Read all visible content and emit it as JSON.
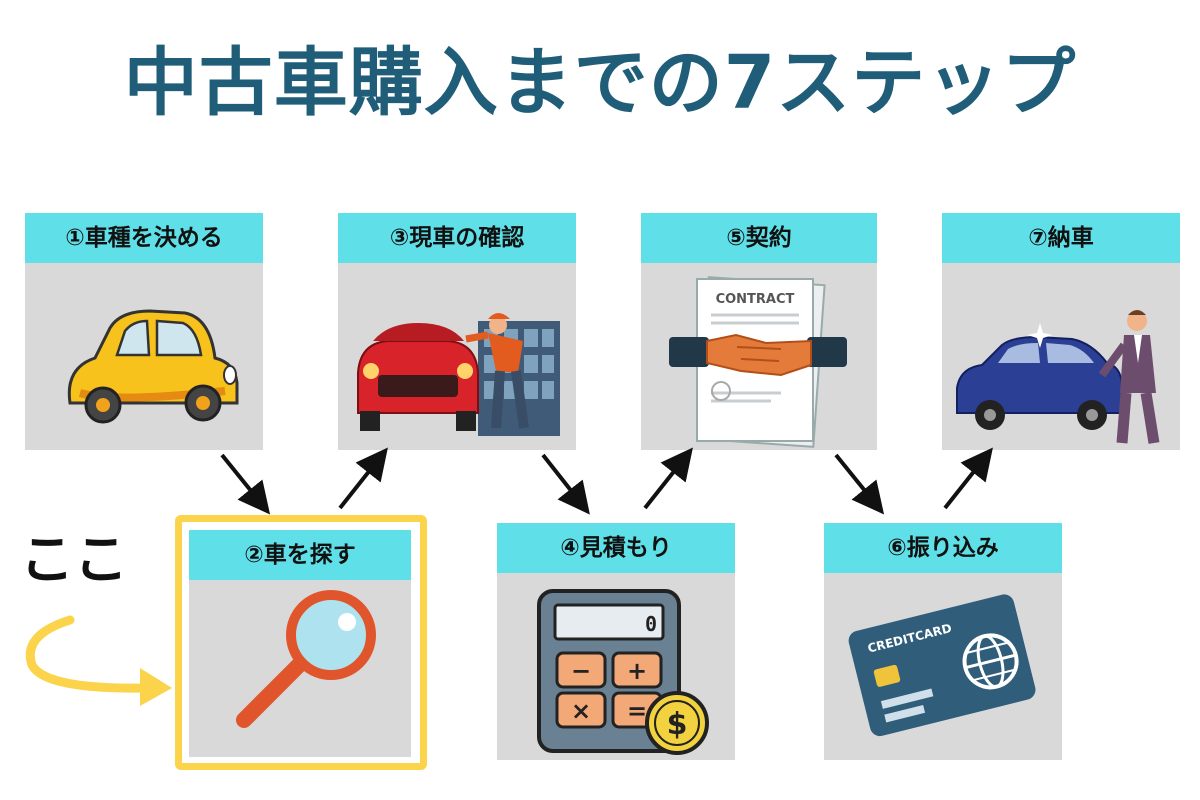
{
  "title": "中古車購入までの7ステップ",
  "pointer_text": "ここ",
  "steps": [
    {
      "label": "①車種を決める",
      "icon": "yellow-car-icon"
    },
    {
      "label": "②車を探す",
      "icon": "magnifier-icon"
    },
    {
      "label": "③現車の確認",
      "icon": "mechanic-inspecting-car-icon"
    },
    {
      "label": "④見積もり",
      "icon": "calculator-dollar-icon"
    },
    {
      "label": "⑤契約",
      "icon": "contract-handshake-icon"
    },
    {
      "label": "⑥振り込み",
      "icon": "credit-card-icon"
    },
    {
      "label": "⑦納車",
      "icon": "car-delivery-icon"
    }
  ],
  "contract_text": "CONTRACT",
  "card_text": "CREDITCARD",
  "currency_symbol": "$",
  "calc_display": "0",
  "calc_keys": [
    "−",
    "+",
    "×",
    "="
  ],
  "colors": {
    "title": "#1f5d78",
    "label_bg": "#5fe0e8",
    "card_bg": "#d9d9d9",
    "highlight": "#fbd44c",
    "arrow": "#111111"
  }
}
